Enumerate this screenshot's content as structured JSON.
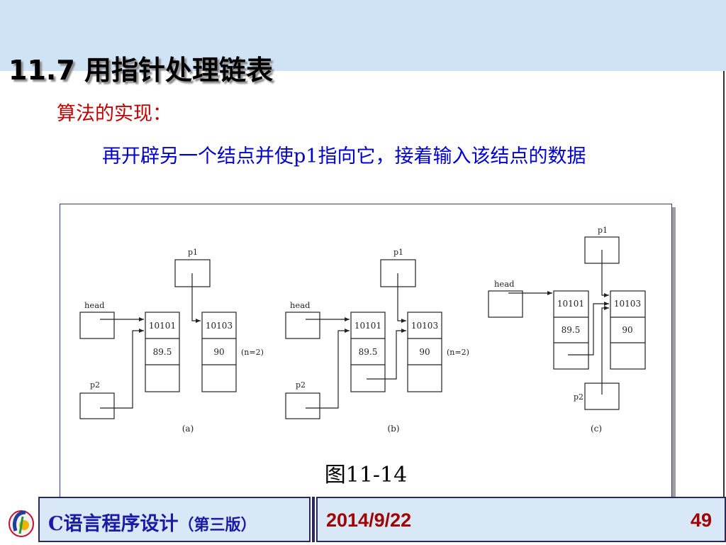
{
  "slide": {
    "title": "11.7  用指针处理链表",
    "subheading": "算法的实现：",
    "body": "再开辟另一个结点并使p1指向它，接着输入该结点的数据"
  },
  "figure": {
    "caption": "图11-14",
    "panels": [
      {
        "label": "(a)",
        "pointers": {
          "p1": "p1",
          "head": "head",
          "p2": "p2"
        },
        "nodes": [
          {
            "num": "10101",
            "score": "89.5"
          },
          {
            "num": "10103",
            "score": "90"
          }
        ],
        "note": "(n=2)"
      },
      {
        "label": "(b)",
        "pointers": {
          "p1": "p1",
          "head": "head",
          "p2": "p2"
        },
        "nodes": [
          {
            "num": "10101",
            "score": "89.5"
          },
          {
            "num": "10103",
            "score": "90"
          }
        ],
        "note": "(n=2)"
      },
      {
        "label": "(c)",
        "pointers": {
          "p1": "p1",
          "head": "head",
          "p2": "p2"
        },
        "nodes": [
          {
            "num": "10101",
            "score": "89.5"
          },
          {
            "num": "10103",
            "score": "90"
          }
        ]
      }
    ]
  },
  "footer": {
    "book_title": "C语言程序设计",
    "book_edition": "（第三版）",
    "date": "2014/9/22",
    "page": "49"
  },
  "colors": {
    "title_band": "#cfe3f5",
    "subheading": "#c00000",
    "body": "#0000cc",
    "footer_bg": "#d9e8f6",
    "footer_accent": "#a00000"
  }
}
